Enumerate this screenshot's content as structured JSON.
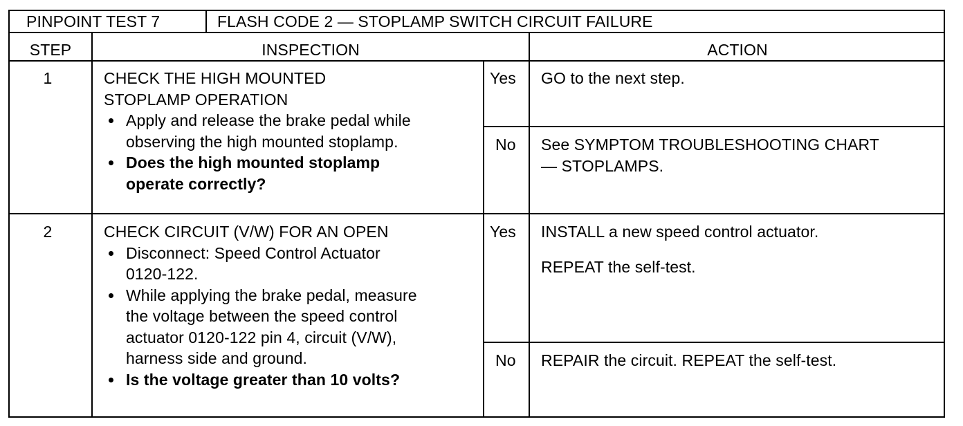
{
  "header": {
    "test_id": "PINPOINT TEST 7",
    "title": "FLASH CODE 2 — STOPLAMP SWITCH CIRCUIT FAILURE"
  },
  "columns": {
    "step": "STEP",
    "inspection": "INSPECTION",
    "action": "ACTION"
  },
  "steps": [
    {
      "number": "1",
      "heading_lines": [
        "CHECK THE HIGH MOUNTED",
        "STOPLAMP OPERATION"
      ],
      "instruction_lines": [
        "Apply and release the brake pedal while",
        "observing the high mounted stoplamp."
      ],
      "question_lines": [
        "Does the high mounted stoplamp",
        "operate correctly?"
      ],
      "yes_label": "Yes",
      "yes_action_lines": [
        "GO to the next step."
      ],
      "no_label": "No",
      "no_action_lines": [
        "See SYMPTOM TROUBLESHOOTING CHART",
        "— STOPLAMPS."
      ]
    },
    {
      "number": "2",
      "heading_lines": [
        "CHECK CIRCUIT (V/W) FOR AN OPEN"
      ],
      "instruction1_lines": [
        "Disconnect: Speed Control Actuator",
        "0120-122."
      ],
      "instruction2_lines": [
        "While applying the brake pedal, measure",
        "the voltage between the speed control",
        "actuator 0120-122 pin 4, circuit (V/W),",
        "harness side and ground."
      ],
      "question_lines": [
        "Is the voltage greater than 10 volts?"
      ],
      "yes_label": "Yes",
      "yes_action_lines": [
        "INSTALL a new speed control actuator."
      ],
      "yes_action2_lines": [
        "REPEAT the self-test."
      ],
      "no_label": "No",
      "no_action_lines": [
        "REPAIR the circuit. REPEAT the self-test."
      ]
    }
  ]
}
